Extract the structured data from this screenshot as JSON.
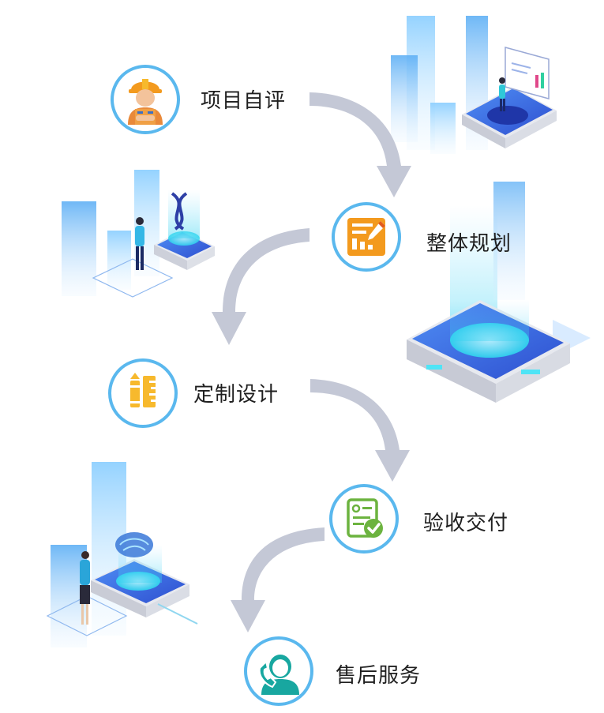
{
  "steps": [
    {
      "label": "项目自评",
      "icon": "worker-icon"
    },
    {
      "label": "整体规划",
      "icon": "planning-chart-icon"
    },
    {
      "label": "定制设计",
      "icon": "design-tools-icon"
    },
    {
      "label": "验收交付",
      "icon": "checklist-approved-icon"
    },
    {
      "label": "售后服务",
      "icon": "customer-service-icon"
    }
  ],
  "colors": {
    "circle_border": "#5ab8ee",
    "circle_fill": "#ffffff",
    "arrow": "#c4c8d6",
    "accent_orange": "#f39a1e",
    "accent_yellow": "#f7b92d",
    "accent_green": "#6cb33f",
    "accent_teal": "#18a7a0",
    "platform_blue": "#3d6fe0",
    "glow_cyan": "#38e4f0"
  }
}
